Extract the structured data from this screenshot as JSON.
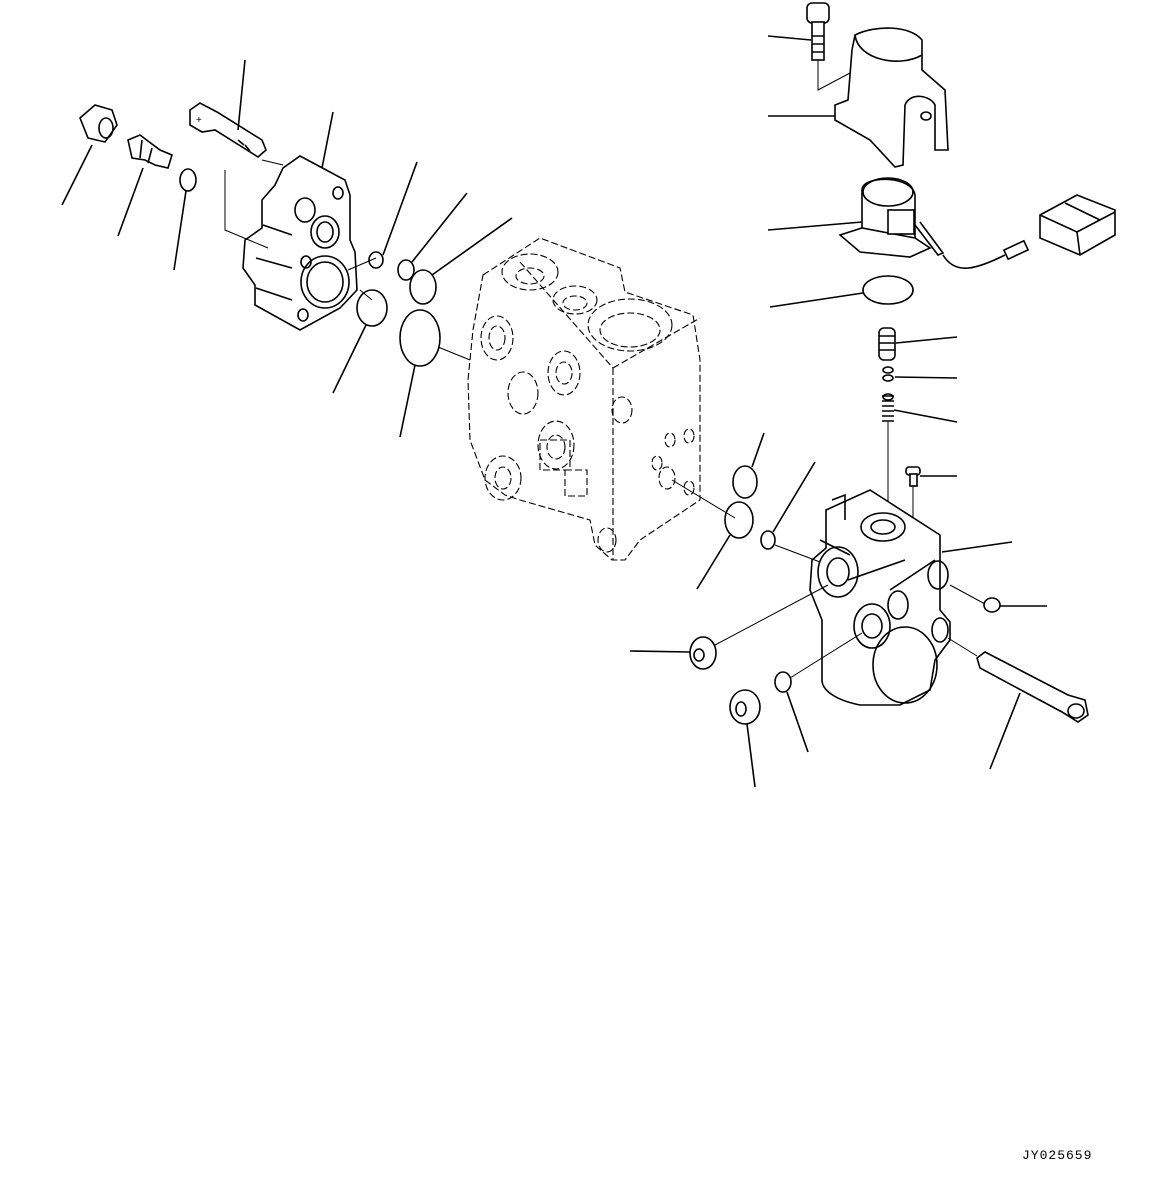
{
  "figure": {
    "id_code": "JY025659",
    "type": "exploded-parts-diagram",
    "background": "#ffffff",
    "line_color": "#000000"
  },
  "parts": [
    {
      "name": "hex-nut"
    },
    {
      "name": "fitting-plug"
    },
    {
      "name": "small-o-ring-left"
    },
    {
      "name": "socket-head-bolt-left"
    },
    {
      "name": "cover-block-left"
    },
    {
      "name": "small-nut"
    },
    {
      "name": "o-ring-small"
    },
    {
      "name": "o-ring-medium"
    },
    {
      "name": "plug-disc"
    },
    {
      "name": "o-ring-large"
    },
    {
      "name": "valve-body-main"
    },
    {
      "name": "cap-bolt-top"
    },
    {
      "name": "solenoid-bracket"
    },
    {
      "name": "solenoid-with-connector"
    },
    {
      "name": "o-ring-solenoid"
    },
    {
      "name": "spool-plug"
    },
    {
      "name": "spacer-rings"
    },
    {
      "name": "spring"
    },
    {
      "name": "small-screw"
    },
    {
      "name": "valve-block-right"
    },
    {
      "name": "small-plug-right"
    },
    {
      "name": "o-ring-right-a"
    },
    {
      "name": "o-ring-right-b"
    },
    {
      "name": "threaded-plug-small"
    },
    {
      "name": "plug-large"
    },
    {
      "name": "plug-bottom"
    },
    {
      "name": "o-ring-bottom"
    },
    {
      "name": "long-bolt-right"
    }
  ]
}
